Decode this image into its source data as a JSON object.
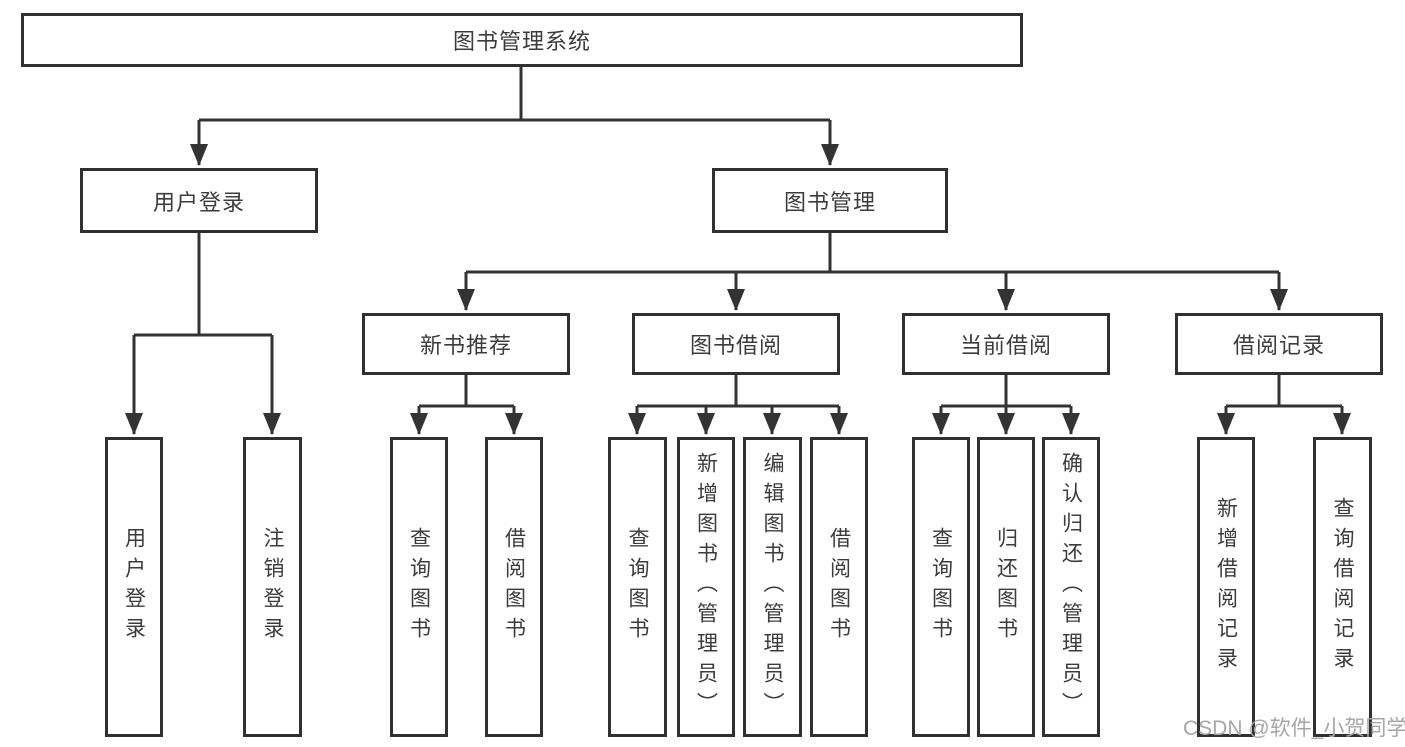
{
  "diagram": {
    "nodes": {
      "root": "图书管理系统",
      "user_login": "用户登录",
      "book_management": "图书管理",
      "new_book_recommend": "新书推荐",
      "book_borrowing": "图书借阅",
      "current_borrowing": "当前借阅",
      "borrowing_records": "借阅记录"
    },
    "leaves": {
      "user_login": "用户登录",
      "logout": "注销登录",
      "recommend_query_book": "查询图书",
      "recommend_borrow_book": "借阅图书",
      "borrowing_query_book": "查询图书",
      "borrowing_add_book": "新增图书（管理员）",
      "borrowing_edit_book": "编辑图书（管理员）",
      "borrowing_borrow_book": "借阅图书",
      "current_query_book": "查询图书",
      "current_return_book": "归还图书",
      "current_confirm_return": "确认归还（管理员）",
      "records_add_record": "新增借阅记录",
      "records_query_record": "查询借阅记录"
    }
  },
  "watermark": "CSDN @软件_小贺同学",
  "colors": {
    "line": "#333333",
    "box_border": "#303030",
    "text": "#3c3c3c",
    "watermark": "#a6a6a6",
    "background": "#ffffff"
  }
}
